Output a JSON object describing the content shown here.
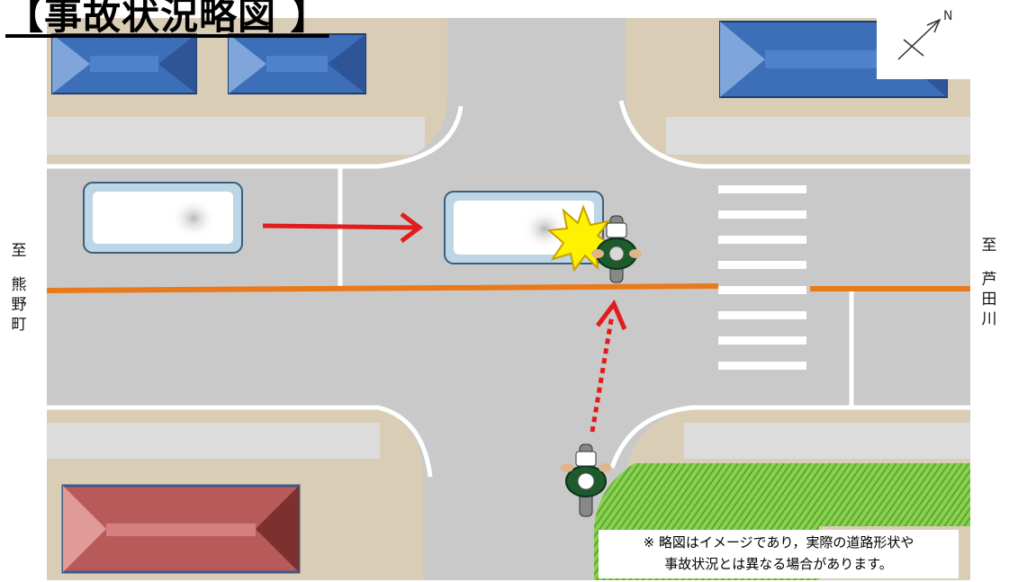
{
  "title": "【事故状況略図 】",
  "labels": {
    "left": [
      "至",
      "熊",
      "野",
      "町"
    ],
    "right": [
      "至",
      "芦",
      "田",
      "川"
    ]
  },
  "compass": {
    "north_letter": "N"
  },
  "note": {
    "line1": "※ 略図はイメージであり，実際の道路形状や",
    "line2": "事故状況とは異なる場合があります。"
  },
  "colors": {
    "asphalt": "#c9c9c9",
    "sidewalk": "#dcdcdc",
    "ground": "#d9cdb6",
    "center_line": "#e87a1c",
    "arrow": "#e21b1b",
    "grass": "#7fc24a",
    "roof_blue": "#3c6fb8",
    "roof_red": "#b85a5a"
  },
  "legend": []
}
